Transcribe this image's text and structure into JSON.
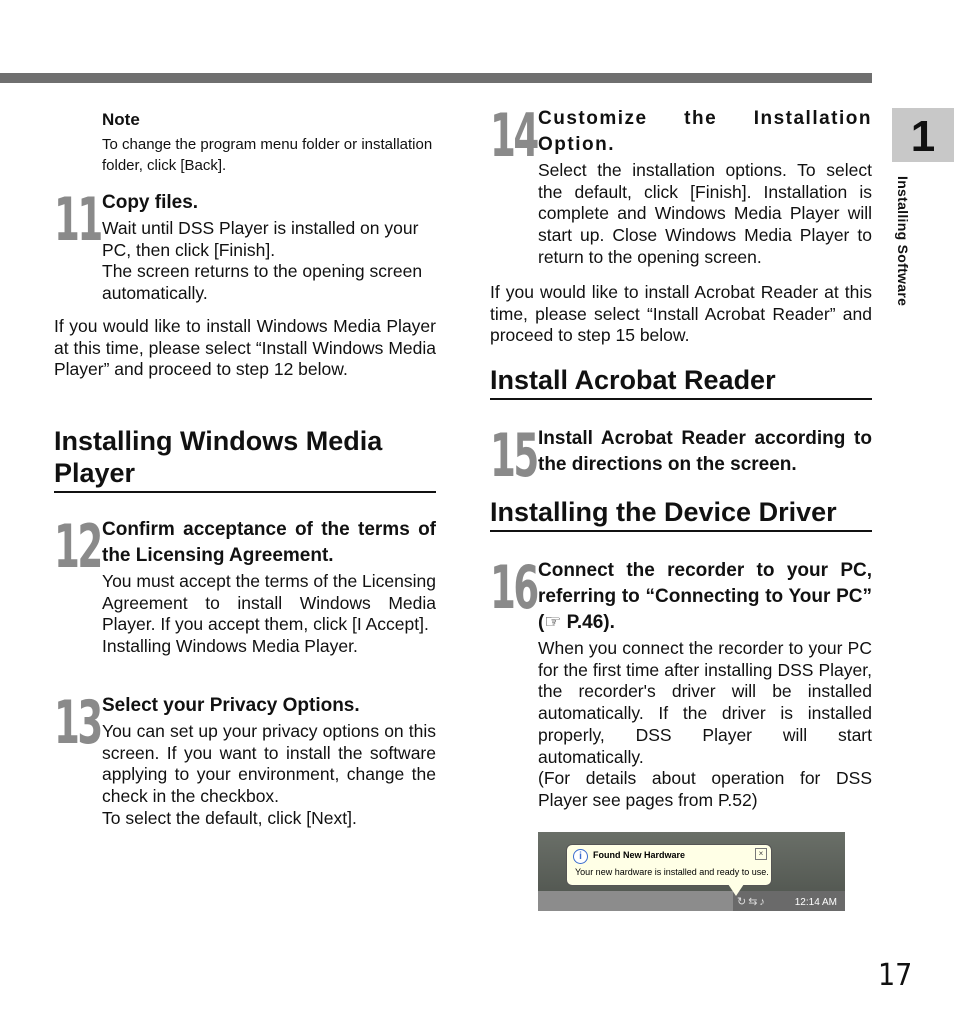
{
  "page": {
    "number": "17",
    "chapter_number": "1",
    "side_label": "Installing Software"
  },
  "left": {
    "note": {
      "title": "Note",
      "text": "To change the program menu folder or installation folder, click [Back]."
    },
    "step11": {
      "number": "11",
      "title": "Copy files.",
      "lines": [
        "Wait until DSS Player is installed on your PC, then click [Finish].",
        "The screen returns to the opening screen automatically."
      ]
    },
    "para1": "If you would like to install Windows Media Player at this time, please select “Install Windows Media Player” and proceed to step 12 below.",
    "heading_wmp": "Installing Windows Media Player",
    "step12": {
      "number": "12",
      "title": "Confirm acceptance of the terms of the Licensing Agreement.",
      "lines": [
        "You must accept the terms of the Licensing Agreement to install Windows Media Player. If you accept them, click [I Accept].",
        "Installing Windows Media Player."
      ]
    },
    "step13": {
      "number": "13",
      "title": "Select your Privacy Options.",
      "lines": [
        "You can set up your privacy options on this screen. If you want to install the software applying to your environment, change the check in the checkbox.",
        "To select the default, click [Next]."
      ]
    }
  },
  "right": {
    "step14": {
      "number": "14",
      "title": "Customize the Installation Option.",
      "lines": [
        "Select the installation options. To select the default, click [Finish]. Installation is complete and Windows Media Player will start up. Close Windows Media Player to return to the opening screen."
      ]
    },
    "para2": "If you would like to install Acrobat Reader at this time, please select “Install Acrobat Reader” and proceed to step 15 below.",
    "heading_acrobat": "Install Acrobat Reader",
    "step15": {
      "number": "15",
      "title": "Install Acrobat Reader according to the directions on the screen."
    },
    "heading_driver": "Installing the Device Driver",
    "step16": {
      "number": "16",
      "title": "Connect the recorder to your PC, referring to “Connecting to Your PC” (☞ P.46).",
      "lines": [
        "When you connect the recorder to your PC for the first time after installing DSS Player, the recorder's driver will be installed automatically. If the driver is installed properly, DSS Player will start automatically.",
        "(For details about operation for DSS Player see pages from P.52)"
      ]
    },
    "screenshot": {
      "balloon_title": "Found New Hardware",
      "balloon_text": "Your new hardware is installed and ready to use.",
      "close_glyph": "×",
      "info_glyph": "i",
      "tray_icons": "↻⇆♪",
      "clock": "12:14 AM"
    }
  }
}
